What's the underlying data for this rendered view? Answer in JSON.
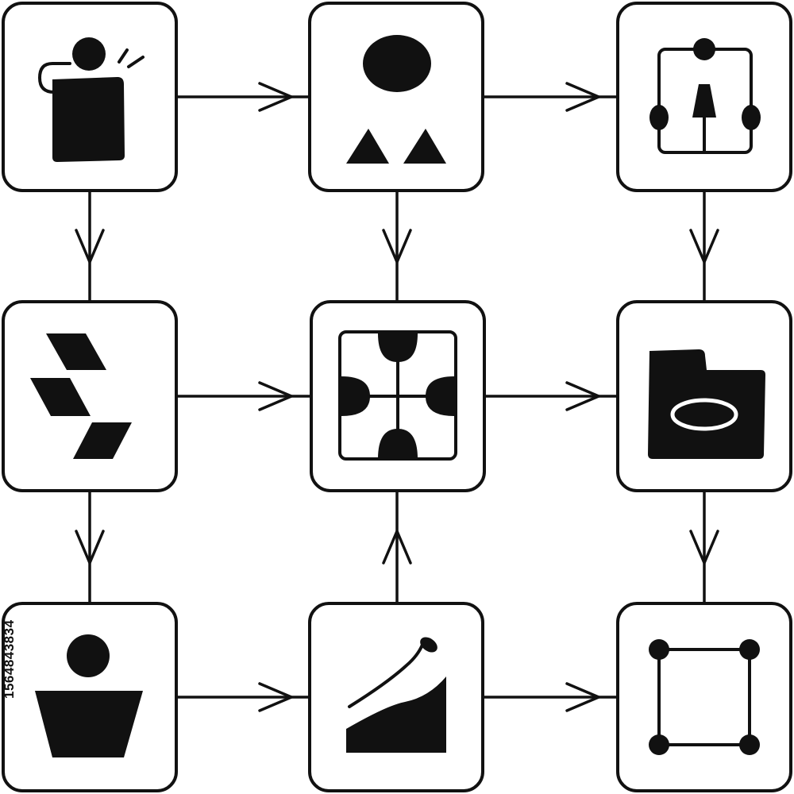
{
  "diagram": {
    "nodes": [
      {
        "id": "n1",
        "icon": "person-at-podium-icon"
      },
      {
        "id": "n2",
        "icon": "person-with-triangles-icon"
      },
      {
        "id": "n3",
        "icon": "framed-figure-icon"
      },
      {
        "id": "n4",
        "icon": "stacked-parallelograms-icon"
      },
      {
        "id": "n5",
        "icon": "network-hub-icon"
      },
      {
        "id": "n6",
        "icon": "folder-with-ellipse-icon"
      },
      {
        "id": "n7",
        "icon": "person-bust-icon"
      },
      {
        "id": "n8",
        "icon": "growth-curve-icon"
      },
      {
        "id": "n9",
        "icon": "square-node-graph-icon"
      }
    ],
    "edges": [
      {
        "from": "n1",
        "to": "n2"
      },
      {
        "from": "n2",
        "to": "n3"
      },
      {
        "from": "n1",
        "to": "n4"
      },
      {
        "from": "n2",
        "to": "n5"
      },
      {
        "from": "n3",
        "to": "n6"
      },
      {
        "from": "n4",
        "to": "n5"
      },
      {
        "from": "n5",
        "to": "n6"
      },
      {
        "from": "n4",
        "to": "n7"
      },
      {
        "from": "n8",
        "to": "n5"
      },
      {
        "from": "n6",
        "to": "n9"
      },
      {
        "from": "n7",
        "to": "n8"
      },
      {
        "from": "n8",
        "to": "n9"
      }
    ],
    "colors": {
      "ink": "#111111",
      "background": "#ffffff"
    }
  },
  "watermark": {
    "stock_id": "1564843834"
  }
}
